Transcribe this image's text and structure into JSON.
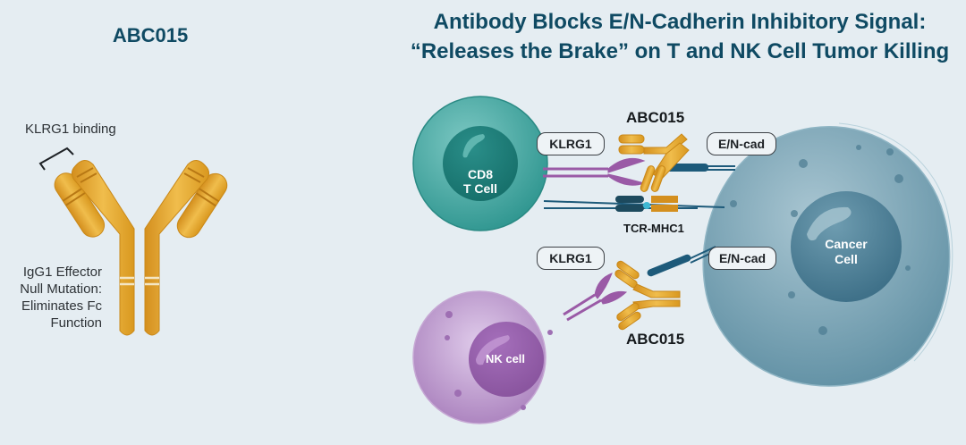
{
  "left_panel": {
    "title": "ABC015",
    "binding_label": "KLRG1 binding",
    "fc_note_lines": [
      "IgG1 Effector",
      "Null Mutation:",
      "Eliminates Fc",
      "Function"
    ]
  },
  "right_panel": {
    "title_line1": "Antibody Blocks E/N-Cadherin Inhibitory Signal:",
    "title_line2": "“Releases the Brake” on T and NK Cell Tumor Killing",
    "cells": {
      "t_cell": [
        "CD8",
        "T Cell"
      ],
      "nk_cell": "NK cell",
      "cancer_cell": [
        "Cancer",
        "Cell"
      ]
    },
    "labels": {
      "klrg1_top": "KLRG1",
      "klrg1_bottom": "KLRG1",
      "encad_top": "E/N-cad",
      "encad_bottom": "E/N-cad",
      "antibody_top": "ABC015",
      "antibody_bottom": "ABC015",
      "tcr": "TCR-MHC1"
    }
  },
  "colors": {
    "background": "#e5edf2",
    "title": "#0f4a63",
    "antibody": "#e3a52e",
    "t_cell": "#3aa6a0",
    "nk_cell": "#a274b8",
    "cancer_cell": "#5c8ea3",
    "klrg1_receptor": "#9a5aa6",
    "cadherin": "#1d5a7a"
  }
}
